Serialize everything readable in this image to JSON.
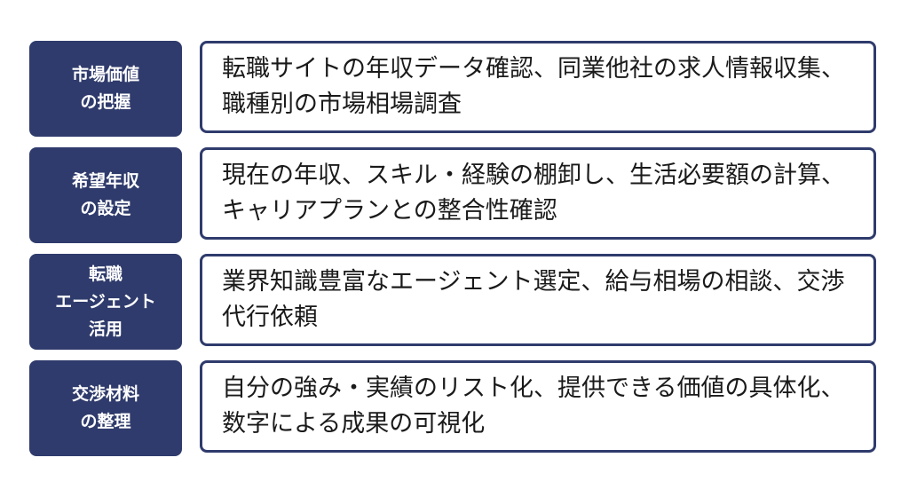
{
  "colors": {
    "label_bg": "#2f3b6c",
    "border": "#2f3b6c",
    "text": "#1a1a1a"
  },
  "rows": [
    {
      "label": "市場価値\nの把握",
      "description": "転職サイトの年収データ確認、同業他社の求人情報収集、職種別の市場相場調査"
    },
    {
      "label": "希望年収\nの設定",
      "description": "現在の年収、スキル・経験の棚卸し、生活必要額の計算、キャリアプランとの整合性確認"
    },
    {
      "label": "転職\nエージェント\n活用",
      "description": "業界知識豊富なエージェント選定、給与相場の相談、交渉代行依頼"
    },
    {
      "label": "交渉材料\nの整理",
      "description": "自分の強み・実績のリスト化、提供できる価値の具体化、数字による成果の可視化"
    }
  ]
}
